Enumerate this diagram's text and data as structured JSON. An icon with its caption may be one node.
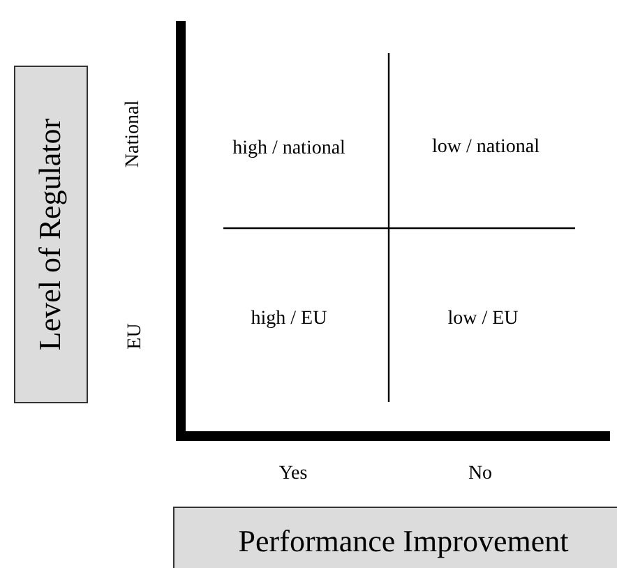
{
  "diagram": {
    "nodes": [
      {
        "text": [
          "Level of Regulator"
        ]
      },
      {
        "text": [
          "Performance Improvement"
        ]
      }
    ],
    "labels": [
      "National",
      "EU",
      "high / national",
      "low / national",
      "high / EU",
      "low / EU",
      "Yes",
      "No"
    ]
  }
}
